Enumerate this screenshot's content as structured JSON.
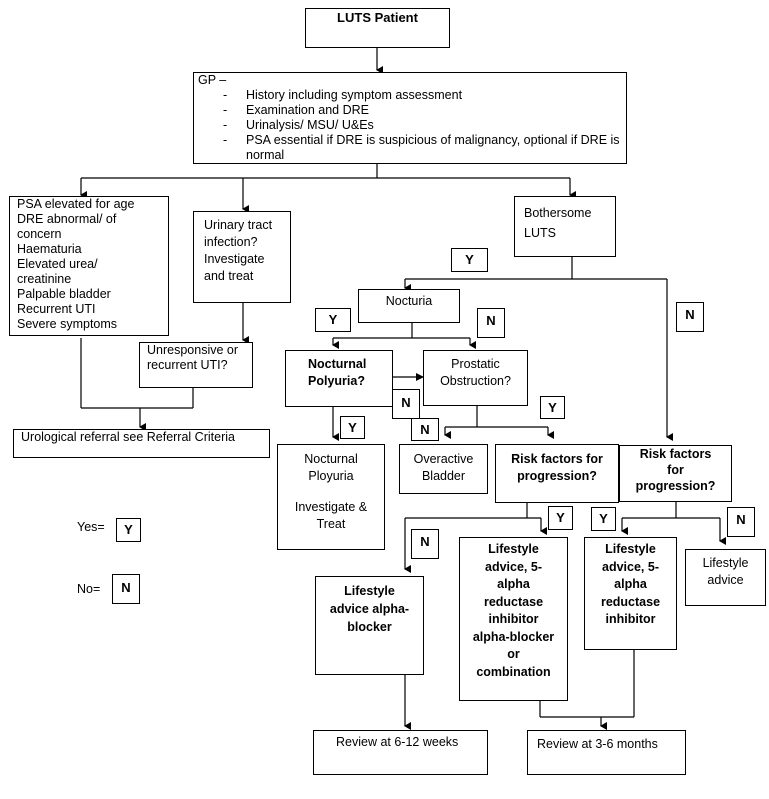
{
  "title": "LUTS Patient",
  "gp": {
    "heading": "GP –",
    "items": [
      "History including symptom assessment",
      "Examination and DRE",
      "Urinalysis/ MSU/ U&Es",
      "PSA essential if DRE is suspicious of malignancy, optional if DRE is normal"
    ],
    "bullet": "-"
  },
  "referral_criteria_box": {
    "lines": [
      "PSA elevated for age",
      "DRE abnormal/ of",
      "concern",
      "Haematuria",
      "Elevated urea/",
      "creatinine",
      "Palpable bladder",
      "Recurrent UTI",
      "Severe symptoms"
    ]
  },
  "uti_box": {
    "lines": [
      "Urinary tract",
      "infection?",
      "Investigate",
      "and treat"
    ]
  },
  "unresponsive_box": {
    "lines": [
      "Unresponsive or",
      "recurrent UTI?"
    ]
  },
  "urological_referral": "Urological referral see Referral Criteria",
  "bothersome_luts": {
    "lines": [
      "Bothersome",
      "LUTS"
    ]
  },
  "nocturia": "Nocturia",
  "nocturnal_polyuria_q": {
    "lines": [
      "Nocturnal",
      "Polyuria?"
    ]
  },
  "prostatic_obstruction_q": {
    "lines": [
      "Prostatic",
      "Obstruction?"
    ]
  },
  "nocturnal_ployuria_box": {
    "lines": [
      "Nocturnal",
      "Ployuria",
      "",
      "Investigate &",
      "Treat"
    ]
  },
  "overactive_bladder": {
    "lines": [
      "Overactive",
      "Bladder"
    ]
  },
  "risk_factors_1": {
    "lines": [
      "Risk factors  for",
      "progression?"
    ]
  },
  "risk_factors_2": {
    "lines": [
      "Risk factors",
      "for",
      "progression?"
    ]
  },
  "lifestyle_alpha_blocker": {
    "lines": [
      "Lifestyle",
      "advice alpha-",
      "blocker"
    ]
  },
  "lifestyle_5ari_combo": {
    "lines": [
      "Lifestyle",
      "advice, 5-",
      "alpha",
      "reductase",
      "inhibitor",
      "alpha-blocker",
      "or",
      "combination"
    ]
  },
  "lifestyle_5ari": {
    "lines": [
      "Lifestyle",
      "advice, 5-",
      "alpha",
      "reductase",
      "inhibitor"
    ]
  },
  "lifestyle_advice": {
    "lines": [
      "Lifestyle",
      "advice"
    ]
  },
  "review_weeks": "Review at 6-12  weeks",
  "review_months": "Review at 3-6 months",
  "tags": {
    "yes": "Y",
    "no": "N"
  },
  "legend": {
    "yes_label": "Yes=",
    "no_label": "No="
  }
}
